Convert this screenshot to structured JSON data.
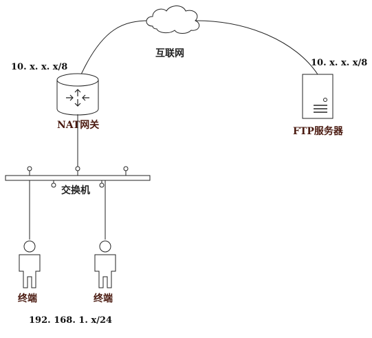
{
  "labels": {
    "internet": "互联网",
    "nat_ip": "10. x. x. x/8",
    "nat_gateway": "NAT网关",
    "ftp_ip": "10. x. x. x/8",
    "ftp_server": "FTP服务器",
    "switch": "交换机",
    "terminal_1": "终端",
    "terminal_2": "终端",
    "lan_subnet": "192. 168. 1. x/24"
  },
  "icons": {
    "cloud": "cloud-icon",
    "router": "router-icon",
    "server": "server-icon",
    "switch": "switch-bar-icon",
    "user": "user-icon"
  },
  "colors": {
    "line": "#222222",
    "label_brown": "#4a1a10"
  }
}
